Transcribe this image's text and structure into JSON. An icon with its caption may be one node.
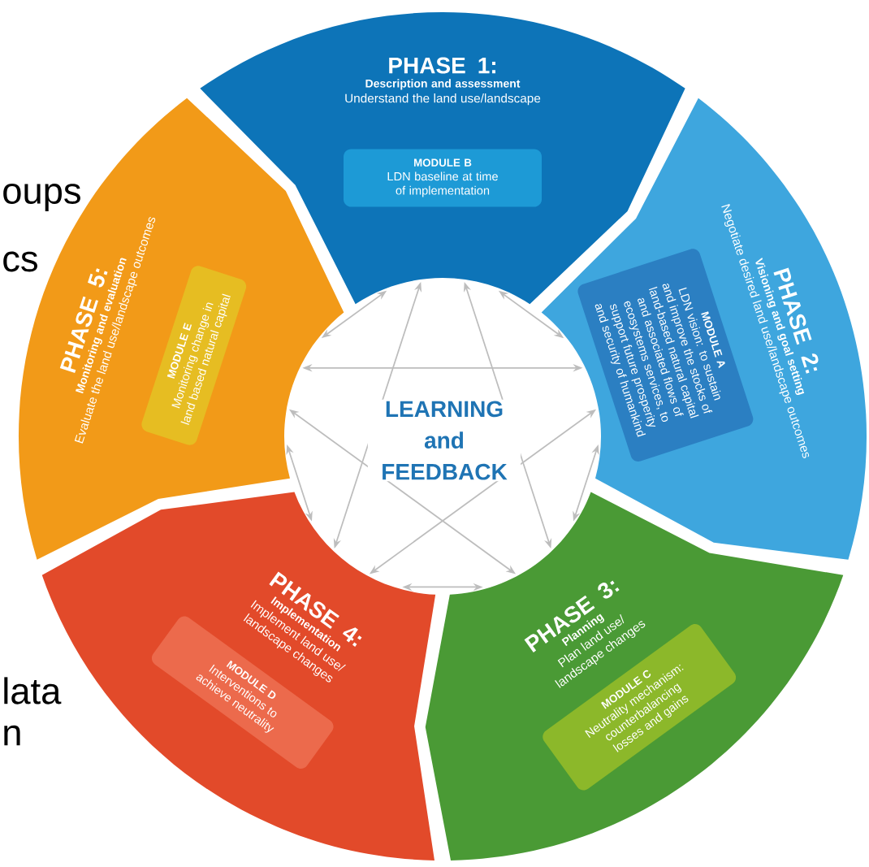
{
  "diagram": {
    "nodes": [
      {
        "text": [
          "PHASE 1:",
          "Description and assessment",
          "Understand the land use/landscape"
        ]
      },
      {
        "text": [
          "MODULE B",
          "LDN baseline at time of implementation"
        ],
        "in": 0
      },
      {
        "text": [
          "PHASE 2:",
          "Visioning and goal setting",
          "Negotiate desired land use/landscape outcomes"
        ]
      },
      {
        "text": [
          "MODULE A",
          "LDN vision: to sustain and improve the stocks of land-based natural capital and associated flows of ecosystems services, to support future prosperity and security of humankind"
        ],
        "in": 2
      },
      {
        "text": [
          "PHASE 3:",
          "Planning",
          "Plan land use/ landscape changes"
        ]
      },
      {
        "text": [
          "MODULE C",
          "Neutrality mechanism: counterbalancing losses and gains"
        ],
        "in": 4
      },
      {
        "text": [
          "PHASE 4:",
          "Implementation",
          "Implement land use/ landscape changes"
        ]
      },
      {
        "text": [
          "MODULE D",
          "Interventions to achieve neutrality"
        ],
        "in": 6
      },
      {
        "text": [
          "PHASE 5:",
          "Monitoring and evaluation",
          "Evaluate the land use/landscape outcomes"
        ]
      },
      {
        "text": [
          "MODULE E",
          "Monitoring change in land based natural capital"
        ],
        "in": 8
      },
      {
        "text": [
          "LEARNING and FEEDBACK"
        ]
      }
    ],
    "edges": [
      {
        "from": 0,
        "to": 2,
        "arrow": "both"
      },
      {
        "from": 2,
        "to": 4,
        "arrow": "both"
      },
      {
        "from": 4,
        "to": 6,
        "arrow": "both"
      },
      {
        "from": 6,
        "to": 8,
        "arrow": "both"
      },
      {
        "from": 8,
        "to": 0,
        "arrow": "both"
      },
      {
        "from": 0,
        "to": 4,
        "arrow": "both"
      },
      {
        "from": 0,
        "to": 6,
        "arrow": "both"
      },
      {
        "from": 2,
        "to": 6,
        "arrow": "both"
      },
      {
        "from": 2,
        "to": 8,
        "arrow": "both"
      },
      {
        "from": 4,
        "to": 8,
        "arrow": "both"
      }
    ],
    "labels": [
      "oups",
      "cs",
      "lata",
      "n"
    ]
  }
}
